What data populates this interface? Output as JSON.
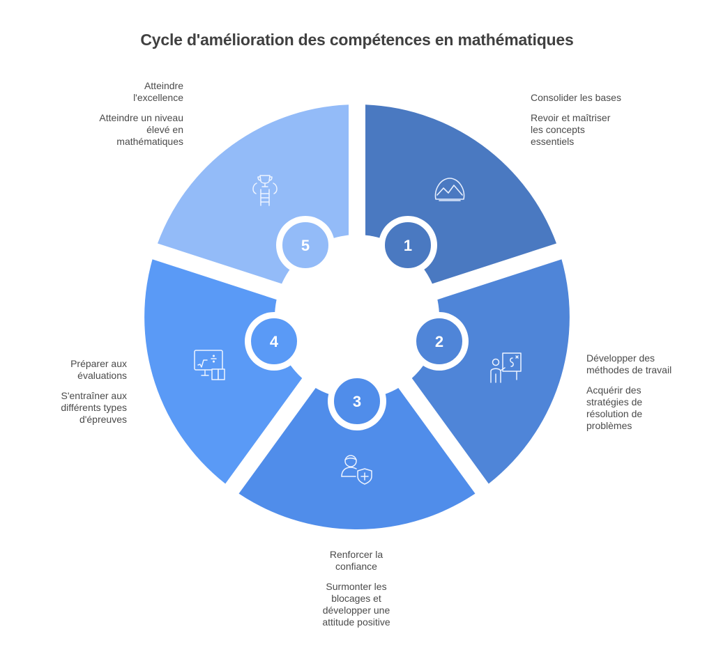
{
  "title": "Cycle d'amélioration des compétences en mathématiques",
  "colors": {
    "step1": "#4A79C1",
    "step2": "#4F85D8",
    "step3": "#508DEA",
    "step4": "#5A9AF6",
    "step5": "#93BBF8",
    "text": "#4a4a4a",
    "title": "#404040"
  },
  "steps": [
    {
      "number": "1",
      "title": "Consolider les bases",
      "description": "Revoir et maîtriser les concepts essentiels",
      "icon": "mountain-icon"
    },
    {
      "number": "2",
      "title": "Développer des méthodes de travail",
      "description": "Acquérir des stratégies de résolution de problèmes",
      "icon": "teacher-board-icon"
    },
    {
      "number": "3",
      "title": "Renforcer la confiance",
      "description": "Surmonter les blocages et développer une attitude positive",
      "icon": "person-shield-icon"
    },
    {
      "number": "4",
      "title": "Préparer aux évaluations",
      "description": "S'entraîner aux différents types d'épreuves",
      "icon": "screen-math-book-icon"
    },
    {
      "number": "5",
      "title": "Atteindre l'excellence",
      "description": "Atteindre un niveau élevé en mathématiques",
      "icon": "trophy-ladder-icon"
    }
  ]
}
